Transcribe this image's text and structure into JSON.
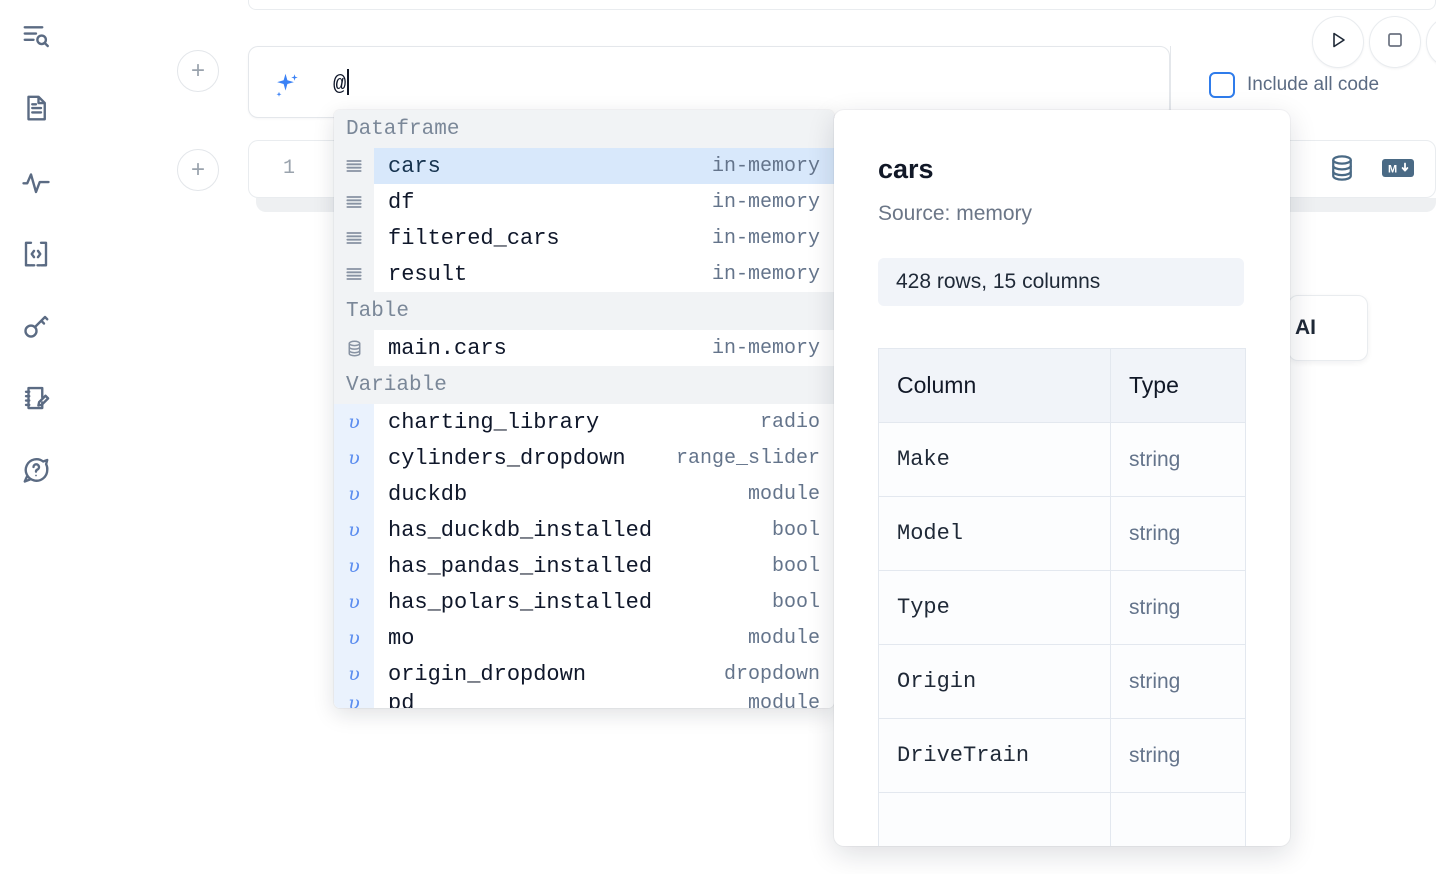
{
  "sidebar": {
    "items": [
      {
        "icon": "file-search-icon",
        "name": "sidebar-item-explorer"
      },
      {
        "icon": "document-icon",
        "name": "sidebar-item-document"
      },
      {
        "icon": "activity-icon",
        "name": "sidebar-item-activity"
      },
      {
        "icon": "code-brackets-icon",
        "name": "sidebar-item-snippets"
      },
      {
        "icon": "key-icon",
        "name": "sidebar-item-secrets"
      },
      {
        "icon": "notebook-edit-icon",
        "name": "sidebar-item-scratchpad"
      },
      {
        "icon": "chat-question-icon",
        "name": "sidebar-item-help"
      }
    ]
  },
  "ai_cell": {
    "sparkle_icon": "ai-sparkle-icon",
    "input_value": "@",
    "placeholder": "",
    "include_all_code_label": "Include all code",
    "include_all_code_checked": false,
    "run_icon": "play-icon",
    "stop_icon": "stop-icon",
    "add_button_label": "+"
  },
  "code_cell": {
    "line_number": "1",
    "database_icon": "database-icon",
    "markdown_icon": "markdown-icon",
    "add_button_label": "+"
  },
  "ai_chip": {
    "label": "AI"
  },
  "autocomplete": {
    "sections": [
      {
        "label": "Dataframe",
        "rows": [
          {
            "icon": "dataframe-icon",
            "name": "cars",
            "meta": "in-memory",
            "selected": true,
            "kind": "df"
          },
          {
            "icon": "dataframe-icon",
            "name": "df",
            "meta": "in-memory",
            "selected": false,
            "kind": "df"
          },
          {
            "icon": "dataframe-icon",
            "name": "filtered_cars",
            "meta": "in-memory",
            "selected": false,
            "kind": "df"
          },
          {
            "icon": "dataframe-icon",
            "name": "result",
            "meta": "in-memory",
            "selected": false,
            "kind": "df"
          }
        ]
      },
      {
        "label": "Table",
        "rows": [
          {
            "icon": "table-icon",
            "name": "main.cars",
            "meta": "in-memory",
            "selected": false,
            "kind": "table"
          }
        ]
      },
      {
        "label": "Variable",
        "rows": [
          {
            "icon": "variable-icon",
            "name": "charting_library",
            "meta": "radio",
            "selected": false,
            "kind": "var"
          },
          {
            "icon": "variable-icon",
            "name": "cylinders_dropdown",
            "meta": "range_slider",
            "selected": false,
            "kind": "var"
          },
          {
            "icon": "variable-icon",
            "name": "duckdb",
            "meta": "module",
            "selected": false,
            "kind": "var"
          },
          {
            "icon": "variable-icon",
            "name": "has_duckdb_installed",
            "meta": "bool",
            "selected": false,
            "kind": "var"
          },
          {
            "icon": "variable-icon",
            "name": "has_pandas_installed",
            "meta": "bool",
            "selected": false,
            "kind": "var"
          },
          {
            "icon": "variable-icon",
            "name": "has_polars_installed",
            "meta": "bool",
            "selected": false,
            "kind": "var"
          },
          {
            "icon": "variable-icon",
            "name": "mo",
            "meta": "module",
            "selected": false,
            "kind": "var"
          },
          {
            "icon": "variable-icon",
            "name": "origin_dropdown",
            "meta": "dropdown",
            "selected": false,
            "kind": "var"
          },
          {
            "icon": "variable-icon",
            "name": "pd",
            "meta": "module",
            "selected": false,
            "kind": "var",
            "clipped": true
          }
        ]
      }
    ]
  },
  "info_panel": {
    "title": "cars",
    "source": "Source: memory",
    "shape": "428 rows, 15 columns",
    "table": {
      "headers": [
        "Column",
        "Type"
      ],
      "rows": [
        [
          "Make",
          "string"
        ],
        [
          "Model",
          "string"
        ],
        [
          "Type",
          "string"
        ],
        [
          "Origin",
          "string"
        ],
        [
          "DriveTrain",
          "string"
        ],
        [
          "",
          ""
        ]
      ]
    }
  },
  "colors": {
    "accent_blue": "#3b82f6",
    "selection_blue": "#d8e8fb",
    "section_gray": "#f1f3f5",
    "text_dark": "#0f172a",
    "text_muted": "#64748b"
  }
}
